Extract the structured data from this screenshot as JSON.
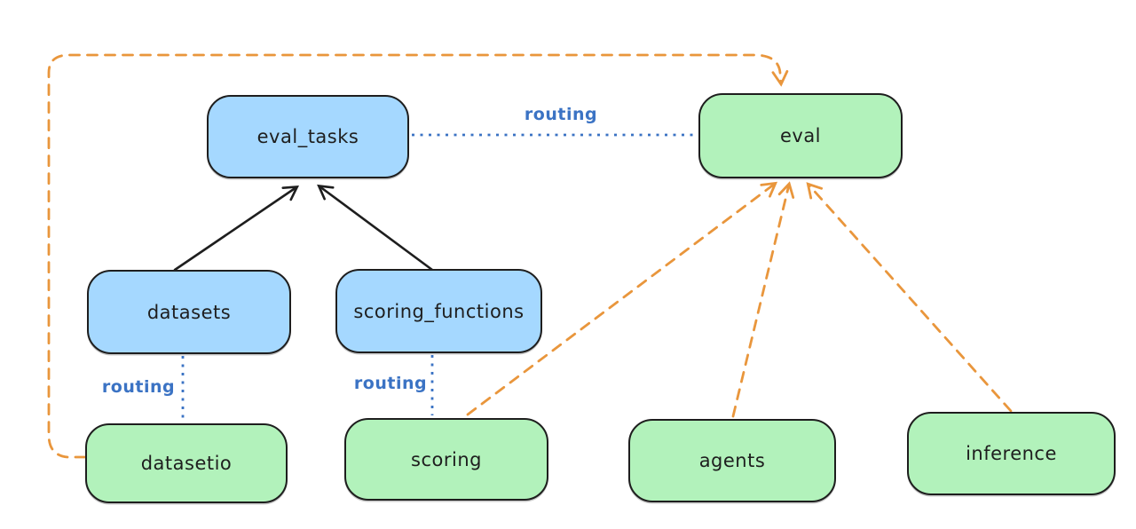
{
  "diagram_type": "architecture-graph",
  "colors": {
    "canvas_bg": "#ffffff",
    "node_blue_fill": "#a5d8ff",
    "node_green_fill": "#b2f2bb",
    "node_border": "#1e1e1e",
    "node_text": "#1e1e1e",
    "connector_black": "#1e1e1e",
    "connector_orange": "#e9963c",
    "connector_blue": "#3b73c4"
  },
  "nodes": {
    "eval_tasks": {
      "label": "eval_tasks",
      "kind": "blue"
    },
    "eval": {
      "label": "eval",
      "kind": "green"
    },
    "datasets": {
      "label": "datasets",
      "kind": "blue"
    },
    "scoring_functions": {
      "label": "scoring_functions",
      "kind": "blue"
    },
    "datasetio": {
      "label": "datasetio",
      "kind": "green"
    },
    "scoring": {
      "label": "scoring",
      "kind": "green"
    },
    "agents": {
      "label": "agents",
      "kind": "green"
    },
    "inference": {
      "label": "inference",
      "kind": "green"
    }
  },
  "edge_labels": {
    "routing_eval_tasks_eval": "routing",
    "routing_datasets_datasetio": "routing",
    "routing_scoring_functions_scoring": "routing"
  },
  "edges": [
    {
      "from": "datasets",
      "to": "eval_tasks",
      "style": "solid-black-arrow"
    },
    {
      "from": "scoring_functions",
      "to": "eval_tasks",
      "style": "solid-black-arrow"
    },
    {
      "from": "eval_tasks",
      "to": "eval",
      "style": "dotted-blue",
      "label": "routing"
    },
    {
      "from": "datasets",
      "to": "datasetio",
      "style": "dotted-blue",
      "label": "routing"
    },
    {
      "from": "scoring_functions",
      "to": "scoring",
      "style": "dotted-blue",
      "label": "routing"
    },
    {
      "from": "datasetio",
      "to": "eval",
      "style": "dashed-orange-arrow"
    },
    {
      "from": "scoring",
      "to": "eval",
      "style": "dashed-orange-arrow"
    },
    {
      "from": "agents",
      "to": "eval",
      "style": "dashed-orange-arrow"
    },
    {
      "from": "inference",
      "to": "eval",
      "style": "dashed-orange-arrow"
    }
  ]
}
